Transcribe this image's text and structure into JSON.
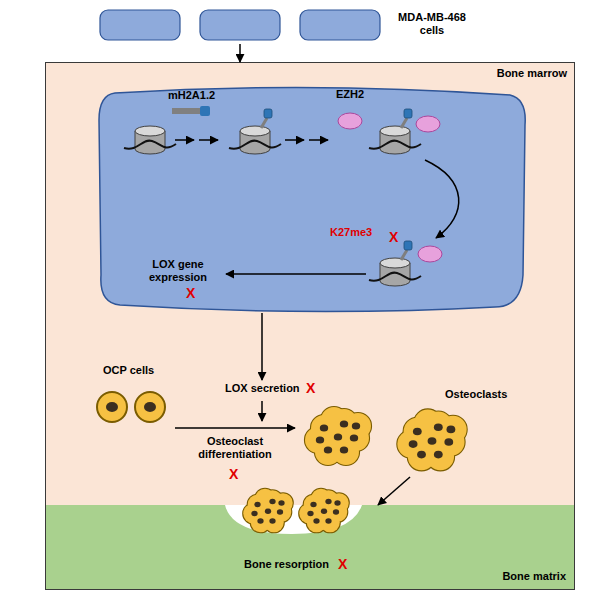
{
  "diagram": {
    "nodes": [
      {
        "text": [
          "MDA-MB-468 cells"
        ]
      },
      {
        "text": [
          "Bone marrow"
        ]
      },
      {
        "text": [
          "mH2A1.2",
          "EZH2",
          "K27me3",
          "LOX gene expression"
        ],
        "in": 1
      },
      {
        "text": [
          "LOX secretion"
        ],
        "in": 1
      },
      {
        "text": [
          "OCP cells"
        ],
        "in": 1
      },
      {
        "text": [
          "Osteoclasts"
        ],
        "in": 1
      },
      {
        "text": [
          "Bone matrix"
        ],
        "in": 1
      }
    ],
    "edges": [
      {
        "from": 0,
        "to": 1,
        "arrow": "to"
      },
      {
        "from": 2,
        "to": 3,
        "arrow": "to"
      },
      {
        "from": 4,
        "to": 5,
        "label": "Osteoclast differentiation",
        "arrow": "to"
      },
      {
        "from": 5,
        "to": 6,
        "arrow": "to"
      }
    ],
    "labels": [
      "X",
      "X",
      "X",
      "X",
      "Bone resorption",
      "X"
    ]
  }
}
